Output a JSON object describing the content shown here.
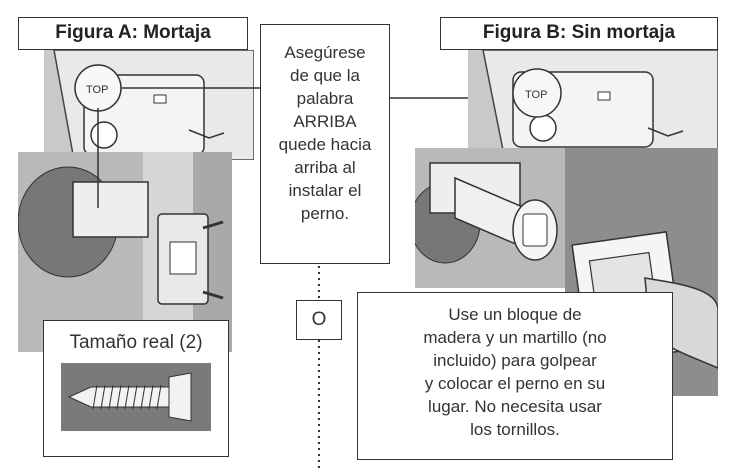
{
  "figure_a": {
    "title": "Figura A: Mortaja"
  },
  "figure_b": {
    "title": "Figura B: Sin mortaja"
  },
  "center_note": {
    "lines": [
      "Asegúrese",
      "de que la",
      "palabra",
      "ARRIBA",
      "quede hacia",
      "arriba al",
      "instalar el",
      "perno."
    ]
  },
  "or_label": "O",
  "actual_size": {
    "label": "Tamaño real (2)"
  },
  "hammer_note": {
    "lines": [
      "Use un bloque de",
      "madera y un martillo (no",
      "incluido) para golpear",
      "y colocar el perno en su",
      "lugar. No necesita usar",
      "los tornillos."
    ]
  },
  "top_mark": "TOP",
  "colors": {
    "wall_gray": "#b9b9b9",
    "dark_gray": "#8d8d8d",
    "light_gray": "#dcdcdc",
    "line": "#333333"
  }
}
